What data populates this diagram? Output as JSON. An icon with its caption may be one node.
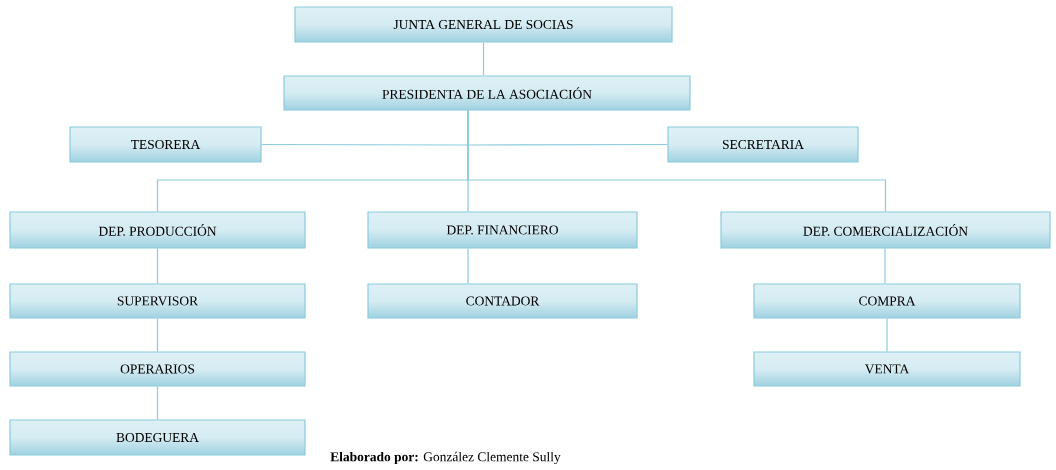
{
  "diagram": {
    "nodes": [
      {
        "text": [
          "JUNTA GENERAL DE SOCIAS"
        ]
      },
      {
        "text": [
          "PRESIDENTA DE LA ASOCIACIÓN"
        ]
      },
      {
        "text": [
          "TESORERA"
        ]
      },
      {
        "text": [
          "SECRETARIA"
        ]
      },
      {
        "text": [
          "DEP. PRODUCCIÓN"
        ]
      },
      {
        "text": [
          "DEP. FINANCIERO"
        ]
      },
      {
        "text": [
          "DEP. COMERCIALIZACIÓN"
        ]
      },
      {
        "text": [
          "SUPERVISOR"
        ]
      },
      {
        "text": [
          "CONTADOR"
        ]
      },
      {
        "text": [
          "COMPRA"
        ]
      },
      {
        "text": [
          "OPERARIOS"
        ]
      },
      {
        "text": [
          "VENTA"
        ]
      },
      {
        "text": [
          "BODEGUERA"
        ]
      }
    ],
    "edges": [
      {
        "from": 0,
        "to": 1,
        "arrow": "none"
      },
      {
        "from": 1,
        "to": 2,
        "arrow": "none"
      },
      {
        "from": 1,
        "to": 3,
        "arrow": "none"
      },
      {
        "from": 1,
        "to": 4,
        "arrow": "none"
      },
      {
        "from": 1,
        "to": 5,
        "arrow": "none"
      },
      {
        "from": 1,
        "to": 6,
        "arrow": "none"
      },
      {
        "from": 4,
        "to": 7,
        "arrow": "none"
      },
      {
        "from": 7,
        "to": 10,
        "arrow": "none"
      },
      {
        "from": 10,
        "to": 12,
        "arrow": "none"
      },
      {
        "from": 5,
        "to": 8,
        "arrow": "none"
      },
      {
        "from": 6,
        "to": 9,
        "arrow": "none"
      },
      {
        "from": 9,
        "to": 11,
        "arrow": "none"
      }
    ],
    "labels": [
      "**Elaborado por:** González Clemente Sully"
    ]
  }
}
